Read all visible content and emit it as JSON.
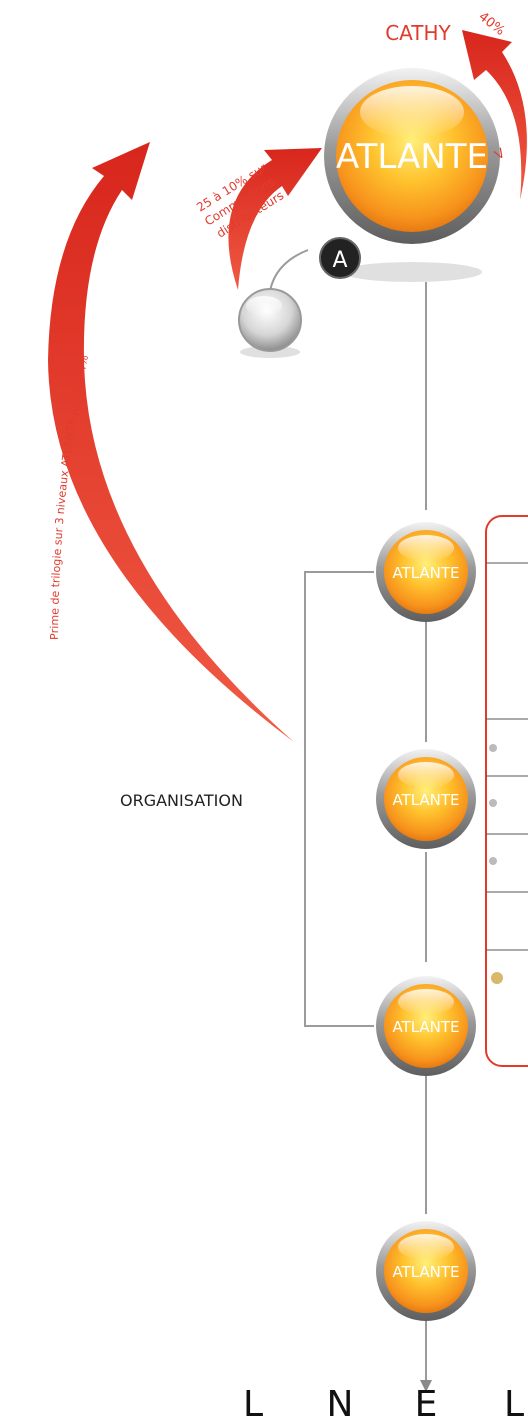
{
  "labels": {
    "cathy": "CATHY",
    "top_percent": "40%",
    "side_mark": "V",
    "badge": "A",
    "organisation": "ORGANISATION",
    "bottom_letters": [
      "L",
      "N",
      "E",
      "L"
    ]
  },
  "nodes": {
    "main": "ATLANTE",
    "levels": [
      "ATLANTE",
      "ATLANTE",
      "ATLANTE",
      "ATLANTE"
    ]
  },
  "arrows": {
    "commission_lines": [
      "25 à 10% sur",
      "Commissions",
      "distributeurs"
    ],
    "trilogie": "Prime de trilogie sur 3 niveaux ATLANTE jusqu'à 4%"
  },
  "colors": {
    "accent_red": "#e23b2e",
    "orb_orange": "#f7a21c",
    "orb_yellow": "#ffe25a",
    "connector_gray": "#9b9b9b"
  }
}
